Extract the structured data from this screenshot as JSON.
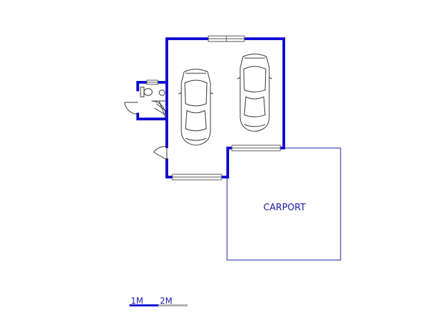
{
  "plan": {
    "rooms": [
      {
        "name": "carport",
        "label": "CARPORT"
      }
    ],
    "scale_bar": {
      "labels": [
        "1M",
        "2M"
      ]
    },
    "colors": {
      "wall": "#1010d0",
      "outline": "#1a1aa6",
      "window": "#555555",
      "fixture": "#333333",
      "scale_primary": "#1010d0",
      "scale_secondary": "#b0b0b0"
    }
  }
}
